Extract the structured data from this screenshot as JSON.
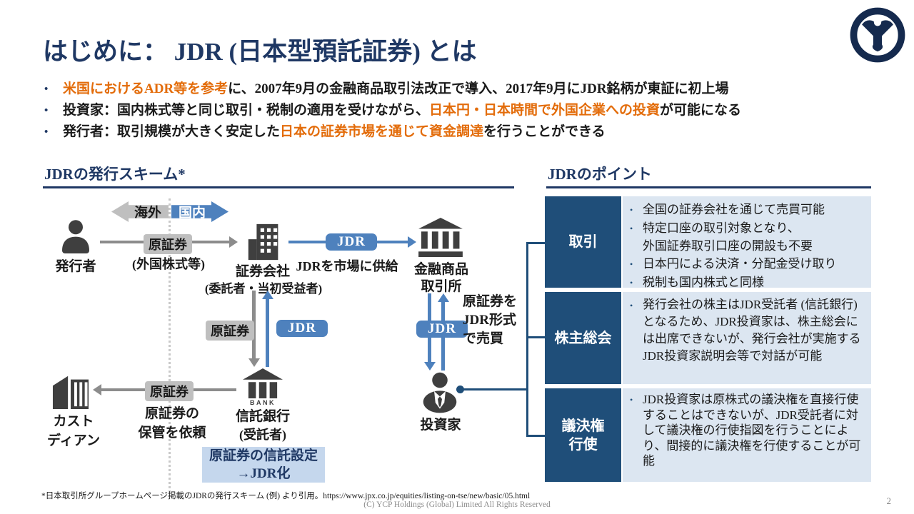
{
  "slide": {
    "title": "はじめに： JDR (日本型預託証券) とは",
    "page_number": "2",
    "footnote": "*日本取引所グループホームページ掲載のJDRの発行スキーム (例) より引用。https://www.jpx.co.jp/equities/listing-on-tse/new/basic/05.html",
    "copyright": "(C) YCP Holdings (Global) Limited All Rights Reserved"
  },
  "bullets": [
    {
      "pre": "",
      "highlight": "米国におけるADR等を参考",
      "post": "に、2007年9月の金融商品取引法改正で導入、2017年9月にJDR銘柄が東証に初上場"
    },
    {
      "pre": "投資家：国内株式等と同じ取引・税制の適用を受けながら、",
      "highlight": "日本円・日本時間で外国企業への投資",
      "post": "が可能になる"
    },
    {
      "pre": "発行者：取引規模が大きく安定した",
      "highlight": "日本の証券市場を通じて資金調達",
      "post": "を行うことができる"
    }
  ],
  "scheme": {
    "header": "JDRの発行スキーム*",
    "overseas_label": "海外",
    "domestic_label": "国内",
    "issuer_label": "発行者",
    "orig_securities": "原証券",
    "foreign_stock_note": "(外国株式等)",
    "securities_company": "証券会社",
    "securities_company_sub": "(委託者・当初受益者)",
    "jdr_label": "JDR",
    "jdr_supply_note": "JDRを市場に供給",
    "exchange_label": "金融商品\n取引所",
    "trade_form_note": "原証券を\nJDR形式\nで売買",
    "custodian_label": "カスト\nディアン",
    "custody_request_note": "原証券の\n保管を依頼",
    "trust_bank_label": "信託銀行",
    "trust_bank_sub": "(受託者)",
    "bank_glyph": "BANK",
    "trust_setting_box": "原証券の信託設定\n→JDR化",
    "investor_label": "投資家"
  },
  "points": {
    "header": "JDRのポイント",
    "rows": [
      {
        "label": "取引",
        "bullets": [
          "全国の証券会社を通じて売買可能",
          "特定口座の取引対象となり、\n外国証券取引口座の開設も不要",
          "日本円による決済・分配金受け取り",
          "税制も国内株式と同様"
        ]
      },
      {
        "label": "株主総会",
        "bullets": [
          "発行会社の株主はJDR受託者 (信託銀行) となるため、JDR投資家は、株主総会には出席できないが、発行会社が実施するJDR投資家説明会等で対話が可能"
        ]
      },
      {
        "label": "議決権\n行使",
        "bullets": [
          "JDR投資家は原株式の議決権を直接行使することはできないが、JDR受託者に対して議決権の行使指図を行うことにより、間接的に議決権を行使することが可能"
        ]
      }
    ]
  },
  "colors": {
    "navy": "#1f3864",
    "header_cell_navy": "#1f4e79",
    "content_cell_blue": "#dce6f1",
    "accent_blue": "#4e81bd",
    "highlight_orange": "#e36c0a",
    "arrow_gray": "#8c8c8c",
    "tag_gray": "#bfbfbf",
    "trust_box_blue": "#c5d7ed"
  }
}
